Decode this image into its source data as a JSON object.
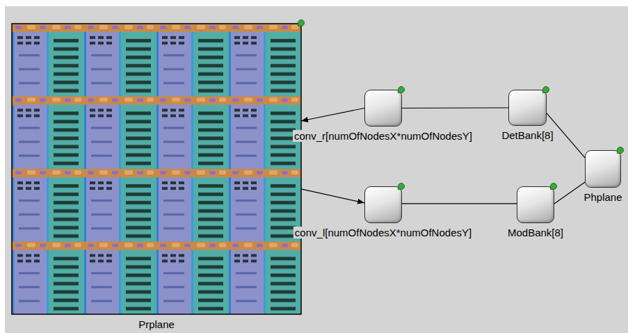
{
  "diagram": {
    "nodes": [
      {
        "text": [
          "Prplane"
        ]
      },
      {
        "text": [
          "conv_r[numOfNodesX*numOfNodesY]"
        ]
      },
      {
        "text": [
          "DetBank[8]"
        ]
      },
      {
        "text": [
          "Phplane"
        ]
      },
      {
        "text": [
          "conv_l[numOfNodesX*numOfNodesY]"
        ]
      },
      {
        "text": [
          "ModBank[8]"
        ]
      }
    ],
    "edges": [
      {
        "from": 1,
        "to": 0,
        "arrow": "to"
      },
      {
        "from": 0,
        "to": 4,
        "arrow": "to"
      },
      {
        "from": 1,
        "to": 2,
        "arrow": "none"
      },
      {
        "from": 2,
        "to": 3,
        "arrow": "none"
      },
      {
        "from": 4,
        "to": 5,
        "arrow": "none"
      },
      {
        "from": 5,
        "to": 3,
        "arrow": "none"
      }
    ]
  }
}
